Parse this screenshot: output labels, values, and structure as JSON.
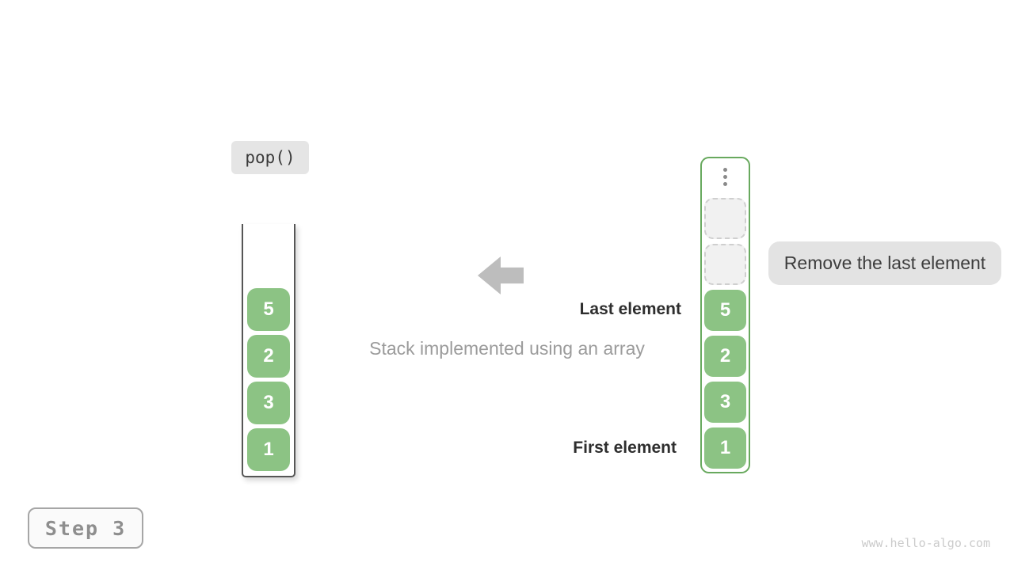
{
  "operation": {
    "label": "pop()"
  },
  "caption": "Stack implemented using an array",
  "labels": {
    "last_element": "Last element",
    "first_element": "First element",
    "tooltip": "Remove the last element"
  },
  "left_stack": {
    "values": [
      "5",
      "2",
      "3",
      "1"
    ]
  },
  "right_stack": {
    "ellipsis_icon": "vertical-dots-icon",
    "removed_slots": 2,
    "values": [
      "5",
      "2",
      "3",
      "1"
    ]
  },
  "step": {
    "label": "Step 3"
  },
  "watermark": "www.hello-algo.com",
  "colors": {
    "element_green": "#8cc384",
    "container_border_green": "#68a95e",
    "container_border_dark": "#565656",
    "removed_slot_fill": "#f1f1f1",
    "removed_slot_border": "#cfcfcf",
    "label_bg": "#e3e3e3",
    "text_dark": "#2e2e2e",
    "text_gray": "#9b9b9b",
    "arrow_gray": "#bdbdbd",
    "watermark_gray": "#cbcbcb"
  }
}
